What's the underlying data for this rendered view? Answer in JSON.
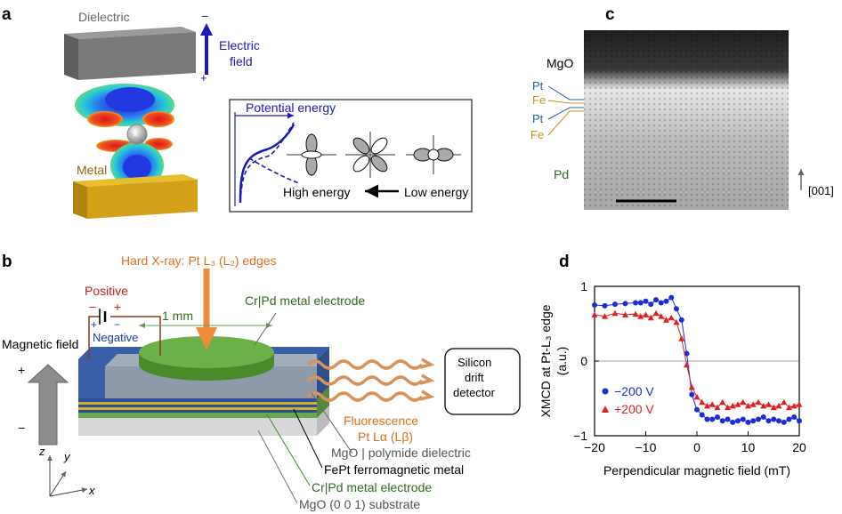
{
  "panels": {
    "a": "a",
    "b": "b",
    "c": "c",
    "d": "d"
  },
  "panel_a": {
    "dielectric": "Dielectric",
    "efield_minus": "−",
    "efield_plus": "+",
    "efield_line1": "Electric",
    "efield_line2": "field",
    "metal": "Metal",
    "potential_energy": "Potential energy",
    "high_energy": "High energy",
    "low_energy": "Low energy",
    "colors": {
      "dielectric": "#6e6e6e",
      "metal": "#d4a017",
      "efield": "#1a1ab4"
    }
  },
  "panel_b": {
    "hard_xray": "Hard X-ray: Pt L₃ (L₂) edges",
    "positive": "Positive",
    "bat_minus": "−",
    "bat_plus": "+",
    "neg_plus": "+",
    "neg_minus": "−",
    "negative": "Negative",
    "distance": "1 mm",
    "crpd_top": "Cr|Pd metal electrode",
    "magnetic_field": "Magnetic field",
    "mf_plus": "+",
    "mf_minus": "−",
    "detector_line1": "Silicon",
    "detector_line2": "drift",
    "detector_line3": "detector",
    "fluorescence_line1": "Fluorescence",
    "fluorescence_line2": "Pt Lα (Lβ)",
    "mgo_polymide": "MgO | polymide dielectric",
    "fept": "FePt ferromagnetic  metal",
    "crpd_bottom": "Cr|Pd metal electrode",
    "substrate": "MgO (0 0 1) substrate",
    "axis_z": "z",
    "axis_y": "y",
    "axis_x": "x",
    "colors": {
      "xray": "#f08a3a",
      "electrode": "#3e8a2a",
      "text_green": "#2d6e1e",
      "text_red": "#cc2020",
      "text_blue": "#1a3aa8"
    }
  },
  "panel_c": {
    "mgo": "MgO",
    "pt1": "Pt",
    "fe1": "Fe",
    "pt2": "Pt",
    "fe2": "Fe",
    "pd": "Pd",
    "direction": "[001]",
    "colors": {
      "pt": "#2b5fa8",
      "fe": "#c89020",
      "pd": "#2d6e1e"
    }
  },
  "chart_data": {
    "type": "scatter",
    "xlabel": "Perpendicular magnetic field (mT)",
    "ylabel_line1": "XMCD at Pt-L₃ edge",
    "ylabel_line2": "(a.u.)",
    "xlim": [
      -20,
      20
    ],
    "ylim": [
      -1,
      1
    ],
    "xticks": [
      "−20",
      "−10",
      "0",
      "10",
      "20"
    ],
    "yticks": [
      "−1",
      "0",
      "1"
    ],
    "xtick_values": [
      -20,
      -10,
      0,
      10,
      20
    ],
    "ytick_values": [
      -1,
      0,
      1
    ],
    "legend_position": "bottom-left",
    "series": [
      {
        "name": "−200 V",
        "marker": "circle",
        "color": "#1a2ed6",
        "x": [
          -20,
          -18,
          -16,
          -14,
          -12,
          -11,
          -10,
          -9,
          -8,
          -7,
          -6,
          -5,
          -4,
          -3,
          -2,
          -1,
          0,
          1,
          2,
          3,
          4,
          5,
          6,
          7,
          8,
          9,
          10,
          11,
          12,
          13,
          14,
          15,
          16,
          17,
          18,
          19,
          20
        ],
        "y": [
          0.75,
          0.74,
          0.76,
          0.77,
          0.78,
          0.78,
          0.8,
          0.76,
          0.82,
          0.78,
          0.8,
          0.85,
          0.7,
          0.55,
          0.1,
          -0.45,
          -0.65,
          -0.72,
          -0.78,
          -0.78,
          -0.75,
          -0.8,
          -0.78,
          -0.82,
          -0.8,
          -0.78,
          -0.82,
          -0.8,
          -0.78,
          -0.75,
          -0.8,
          -0.78,
          -0.8,
          -0.82,
          -0.78,
          -0.75,
          -0.8
        ]
      },
      {
        "name": "+200 V",
        "marker": "triangle",
        "color": "#e02020",
        "x": [
          -20,
          -18,
          -16,
          -14,
          -12,
          -11,
          -10,
          -9,
          -8,
          -7,
          -6,
          -5,
          -4,
          -3,
          -2,
          -1,
          0,
          1,
          2,
          3,
          4,
          5,
          6,
          7,
          8,
          9,
          10,
          11,
          12,
          13,
          14,
          15,
          16,
          17,
          18,
          19,
          20
        ],
        "y": [
          0.62,
          0.6,
          0.64,
          0.62,
          0.63,
          0.6,
          0.62,
          0.58,
          0.64,
          0.6,
          0.55,
          0.58,
          0.52,
          0.3,
          -0.05,
          -0.35,
          -0.48,
          -0.55,
          -0.6,
          -0.58,
          -0.62,
          -0.55,
          -0.62,
          -0.6,
          -0.58,
          -0.55,
          -0.6,
          -0.58,
          -0.55,
          -0.6,
          -0.58,
          -0.62,
          -0.6,
          -0.55,
          -0.62,
          -0.6,
          -0.58
        ]
      }
    ]
  }
}
